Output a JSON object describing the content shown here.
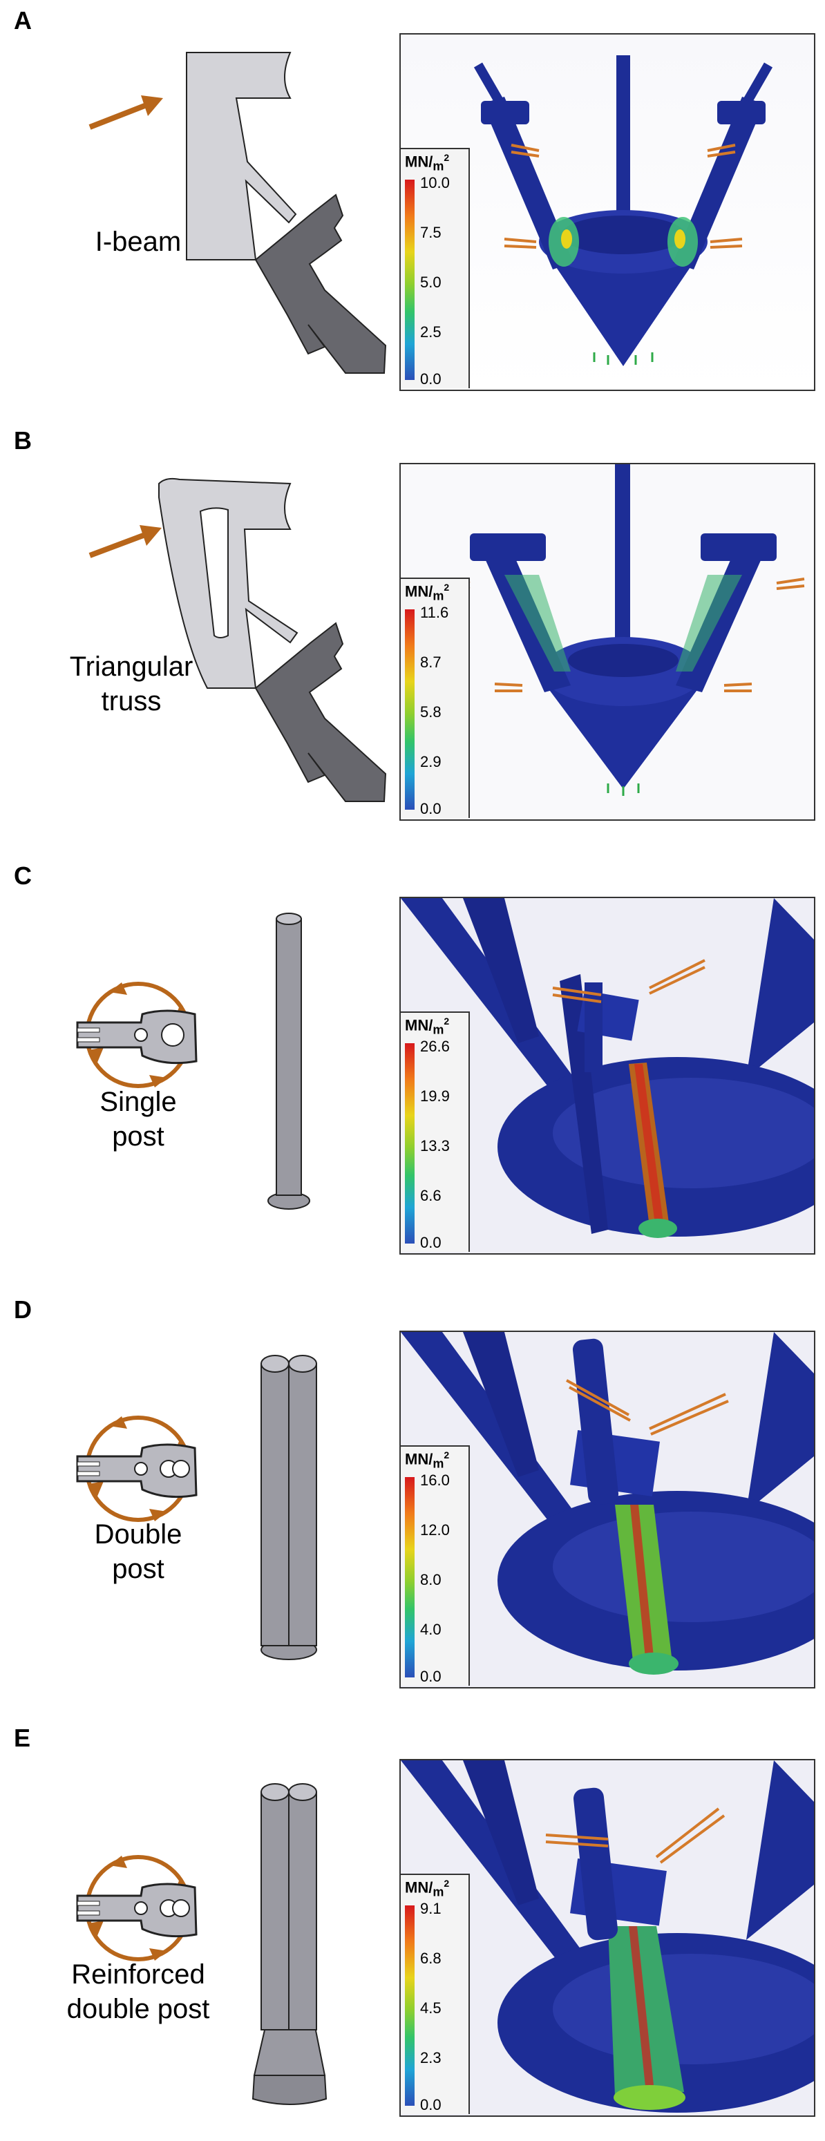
{
  "panels": [
    {
      "letter": "A",
      "caption": [
        "I-beam"
      ],
      "unit": {
        "base": "MN",
        "sub": "m",
        "sup": "2"
      },
      "ticks": [
        "10.0",
        "7.5",
        "5.0",
        "2.5",
        "0.0"
      ]
    },
    {
      "letter": "B",
      "caption": [
        "Triangular",
        "truss"
      ],
      "unit": {
        "base": "MN",
        "sub": "m",
        "sup": "2"
      },
      "ticks": [
        "11.6",
        "8.7",
        "5.8",
        "2.9",
        "0.0"
      ]
    },
    {
      "letter": "C",
      "caption": [
        "Single",
        "post"
      ],
      "unit": {
        "base": "MN",
        "sub": "m",
        "sup": "2"
      },
      "ticks": [
        "26.6",
        "19.9",
        "13.3",
        "6.6",
        "0.0"
      ]
    },
    {
      "letter": "D",
      "caption": [
        "Double",
        "post"
      ],
      "unit": {
        "base": "MN",
        "sub": "m",
        "sup": "2"
      },
      "ticks": [
        "16.0",
        "12.0",
        "8.0",
        "4.0",
        "0.0"
      ]
    },
    {
      "letter": "E",
      "caption": [
        "Reinforced",
        "double post"
      ],
      "unit": {
        "base": "MN",
        "sub": "m",
        "sup": "2"
      },
      "ticks": [
        "9.1",
        "6.8",
        "4.5",
        "2.3",
        "0.0"
      ]
    }
  ],
  "colors": {
    "arrow": "#b8661a",
    "light_part": "#d3d3d8",
    "dark_part": "#67676d",
    "model_blue": "#1d2d96",
    "stress_high": "#d7191c"
  }
}
